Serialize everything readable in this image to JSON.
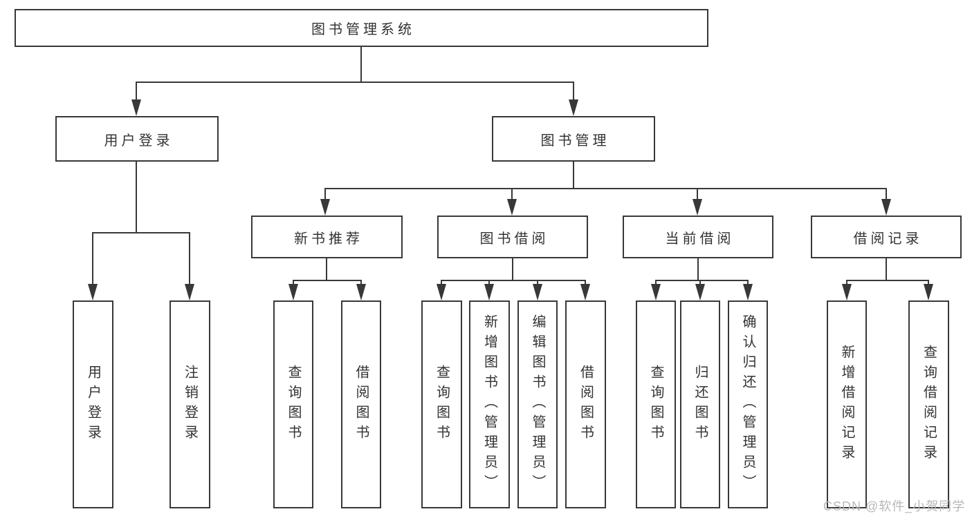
{
  "nodes": {
    "root": {
      "label": "图书管理系统"
    },
    "level2": [
      {
        "label": "用户登录"
      },
      {
        "label": "图书管理"
      }
    ],
    "level3": [
      {
        "label": "新书推荐"
      },
      {
        "label": "图书借阅"
      },
      {
        "label": "当前借阅"
      },
      {
        "label": "借阅记录"
      }
    ],
    "leaves": [
      {
        "label": "用户登录"
      },
      {
        "label": "注销登录"
      },
      {
        "label": "查询图书"
      },
      {
        "label": "借阅图书"
      },
      {
        "label": "查询图书"
      },
      {
        "label": "新增图书（管理员）"
      },
      {
        "label": "编辑图书（管理员）"
      },
      {
        "label": "借阅图书"
      },
      {
        "label": "查询图书"
      },
      {
        "label": "归还图书"
      },
      {
        "label": "确认归还（管理员）"
      },
      {
        "label": "新增借阅记录"
      },
      {
        "label": "查询借阅记录"
      }
    ]
  },
  "watermark": {
    "text": "CSDN @软件_小贺同学"
  },
  "colors": {
    "line": "#383838",
    "text": "#333333",
    "watermark": "#b8b8b8",
    "background": "#ffffff"
  }
}
